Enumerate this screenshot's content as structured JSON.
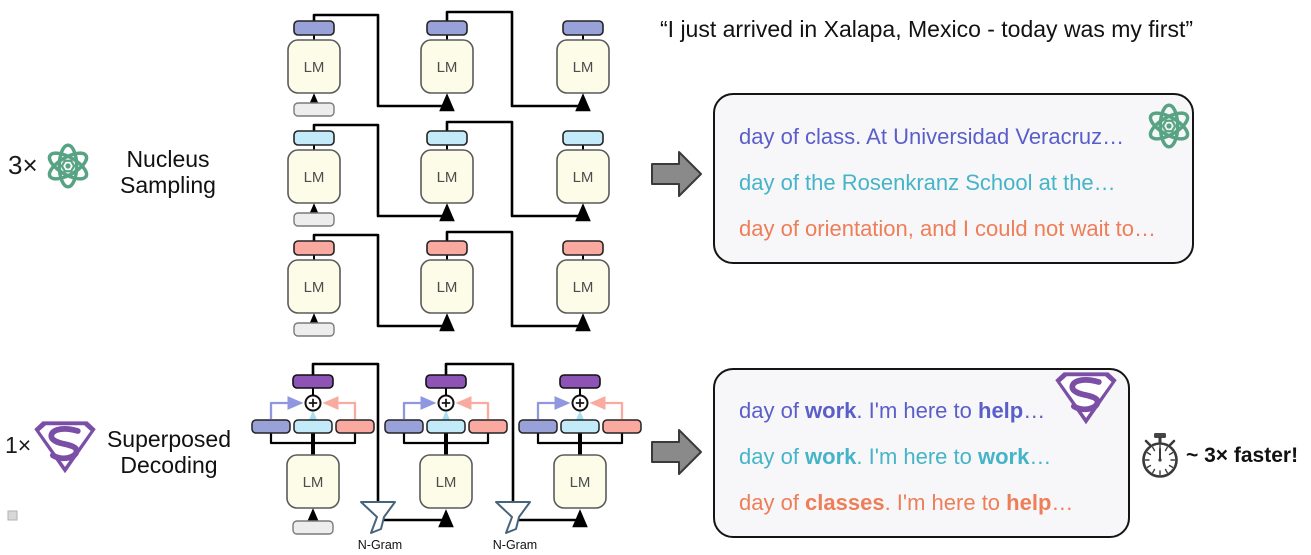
{
  "prompt_text": "“I just arrived in Xalapa, Mexico - today was my first”",
  "nucleus": {
    "multiplier": "3×",
    "label": [
      "Nucleus",
      "Sampling"
    ],
    "icon": "atom-icon"
  },
  "superposed": {
    "multiplier": "1×",
    "label": [
      "Superposed",
      "Decoding"
    ],
    "icon": "superman-shield-icon"
  },
  "diagram": {
    "lm_label": "LM",
    "ngram_label": "N-Gram"
  },
  "nucleus_outputs": {
    "lines": [
      {
        "text": "day of class. At Universidad Veracruz…",
        "color": "#5a5ec8"
      },
      {
        "text": "day of the Rosenkranz School at the…",
        "color": "#45b4c8"
      },
      {
        "text": "day of orientation, and I could not wait to…",
        "color": "#ee7e58"
      }
    ]
  },
  "superposed_outputs": {
    "lines": [
      {
        "segments": [
          "day of ",
          "work",
          ". I'm here to ",
          "help",
          "…"
        ],
        "color": "#5a5ec8"
      },
      {
        "segments": [
          "day of ",
          "work",
          ". I'm here to ",
          "work",
          "…"
        ],
        "color": "#45b4c8"
      },
      {
        "segments": [
          "day of ",
          "classes",
          ". I'm here to ",
          "help",
          "…"
        ],
        "color": "#ee7e58"
      }
    ]
  },
  "speed_note": {
    "text": "~ 3× faster!",
    "icon": "stopwatch-icon"
  },
  "colors": {
    "draft1_token": "#99a1d9",
    "draft2_token": "#c3eaf8",
    "draft3_token": "#f9a99f",
    "superposed_token": "#8d53b5",
    "lm_fill": "#fcfce9",
    "input_token": "#ededed",
    "atom_green": "#57a383",
    "shield_purple": "#7b4fa6",
    "text_draft1": "#5a5ec8",
    "text_draft2": "#45b4c8",
    "text_draft3": "#ee7e58"
  }
}
